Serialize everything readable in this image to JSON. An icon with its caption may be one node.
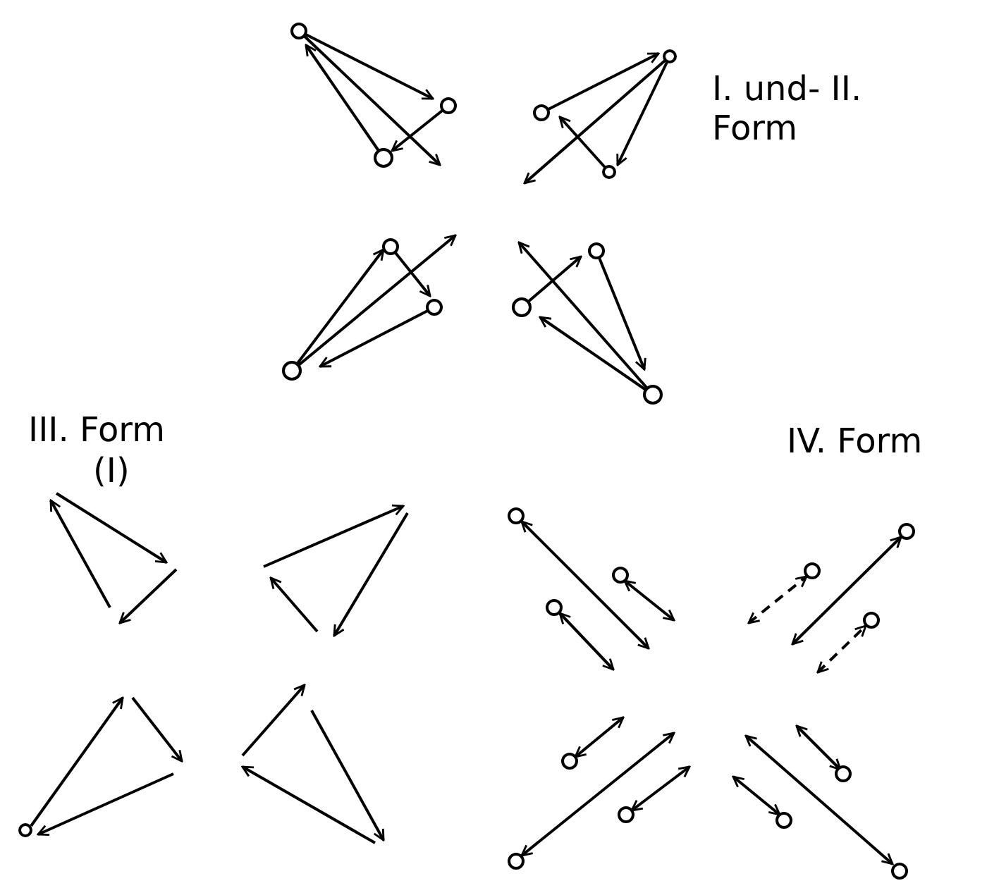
{
  "diagram": {
    "labels": [
      "I. und- II. Form",
      "III. Form",
      "(I)",
      "IV. Form"
    ]
  }
}
